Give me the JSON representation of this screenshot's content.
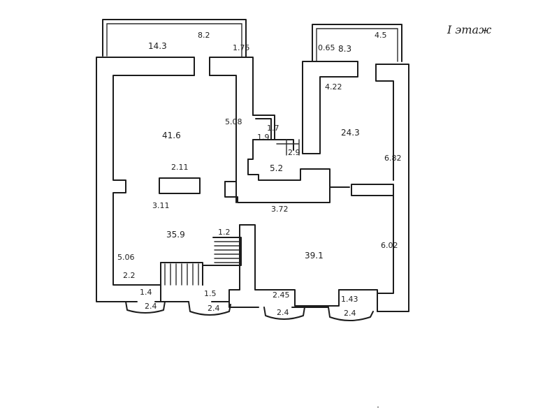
{
  "title": "I этаж",
  "rooms": {
    "terrace_left": "14.3",
    "terrace_right": "8.3",
    "left_top": "41.6",
    "left_bottom": "35.9",
    "right_top": "24.3",
    "middle": "5.2",
    "right_bottom": "39.1"
  },
  "dims": {
    "terr_left_top": "8.2",
    "terr_left_side": "1.75",
    "terr_right_side": "0.65",
    "terr_right_top": "4.5",
    "wall_right_room": "4.22",
    "wall_left_upper": "5.08",
    "small_closet_a": "1.7",
    "small_closet_b": "1.9",
    "small_closet_c": "2.9",
    "center_w": "2.11",
    "left_mid": "3.11",
    "corridor": "3.72",
    "right_upper_side": "6.82",
    "right_lower_side": "6.02",
    "left_lower_side": "5.06",
    "stair": "1.2",
    "left_corner": "2.2",
    "win1_w": "1.4",
    "win1_bay": "2.4",
    "win2_w": "1.5",
    "win2_bay": "2.4",
    "win3_w": "2.45",
    "win3_bay": "2.4",
    "win4_w": "1.43",
    "win4_bay": "2.4"
  }
}
